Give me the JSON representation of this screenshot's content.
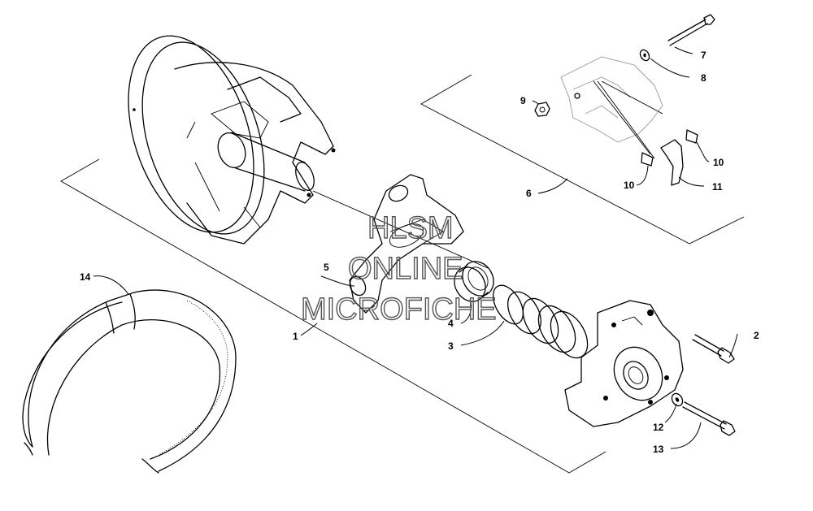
{
  "callouts": [
    {
      "id": "1",
      "label": "1"
    },
    {
      "id": "2",
      "label": "2"
    },
    {
      "id": "3",
      "label": "3"
    },
    {
      "id": "4",
      "label": "4"
    },
    {
      "id": "5",
      "label": "5"
    },
    {
      "id": "6",
      "label": "6"
    },
    {
      "id": "7",
      "label": "7"
    },
    {
      "id": "8",
      "label": "8"
    },
    {
      "id": "9",
      "label": "9"
    },
    {
      "id": "10a",
      "label": "10"
    },
    {
      "id": "10b",
      "label": "10"
    },
    {
      "id": "11",
      "label": "11"
    },
    {
      "id": "12",
      "label": "12"
    },
    {
      "id": "13",
      "label": "13"
    },
    {
      "id": "14",
      "label": "14"
    }
  ],
  "watermark": {
    "line1": "HLSM",
    "line2": "ONLINE",
    "line3": "MICROFICHE"
  }
}
